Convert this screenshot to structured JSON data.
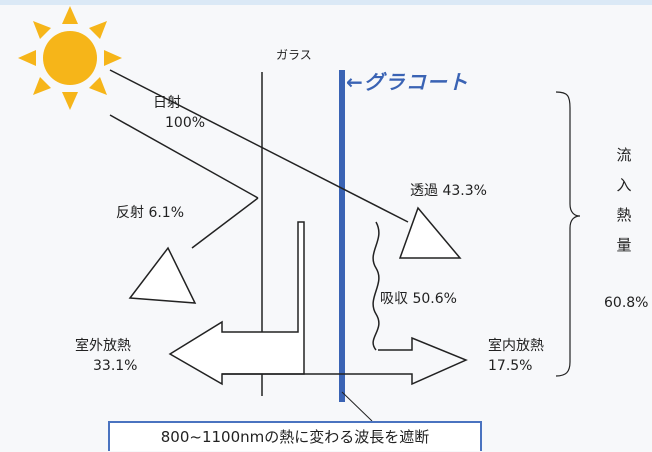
{
  "labels": {
    "glass": "ガラス",
    "coat": "←グラコート",
    "solar_label": "日射",
    "solar_value": "100%",
    "reflection": "反射 6.1%",
    "transmission": "透過 43.3%",
    "absorption": "吸収 50.6%",
    "outdoor_label": "室外放熱",
    "outdoor_value": "33.1%",
    "indoor_label": "室内放熱",
    "indoor_value": "17.5%",
    "inflow_chars": [
      "流",
      "入",
      "熱",
      "量"
    ],
    "inflow_value": "60.8%",
    "callout": "800~1100nmの熱に変わる波長を遮断"
  },
  "icons": {
    "sun": "sun-icon"
  },
  "colors": {
    "coat_blue": "#3a63b4",
    "sun_yellow": "#f6b519",
    "callout_border": "#4a73c0"
  }
}
